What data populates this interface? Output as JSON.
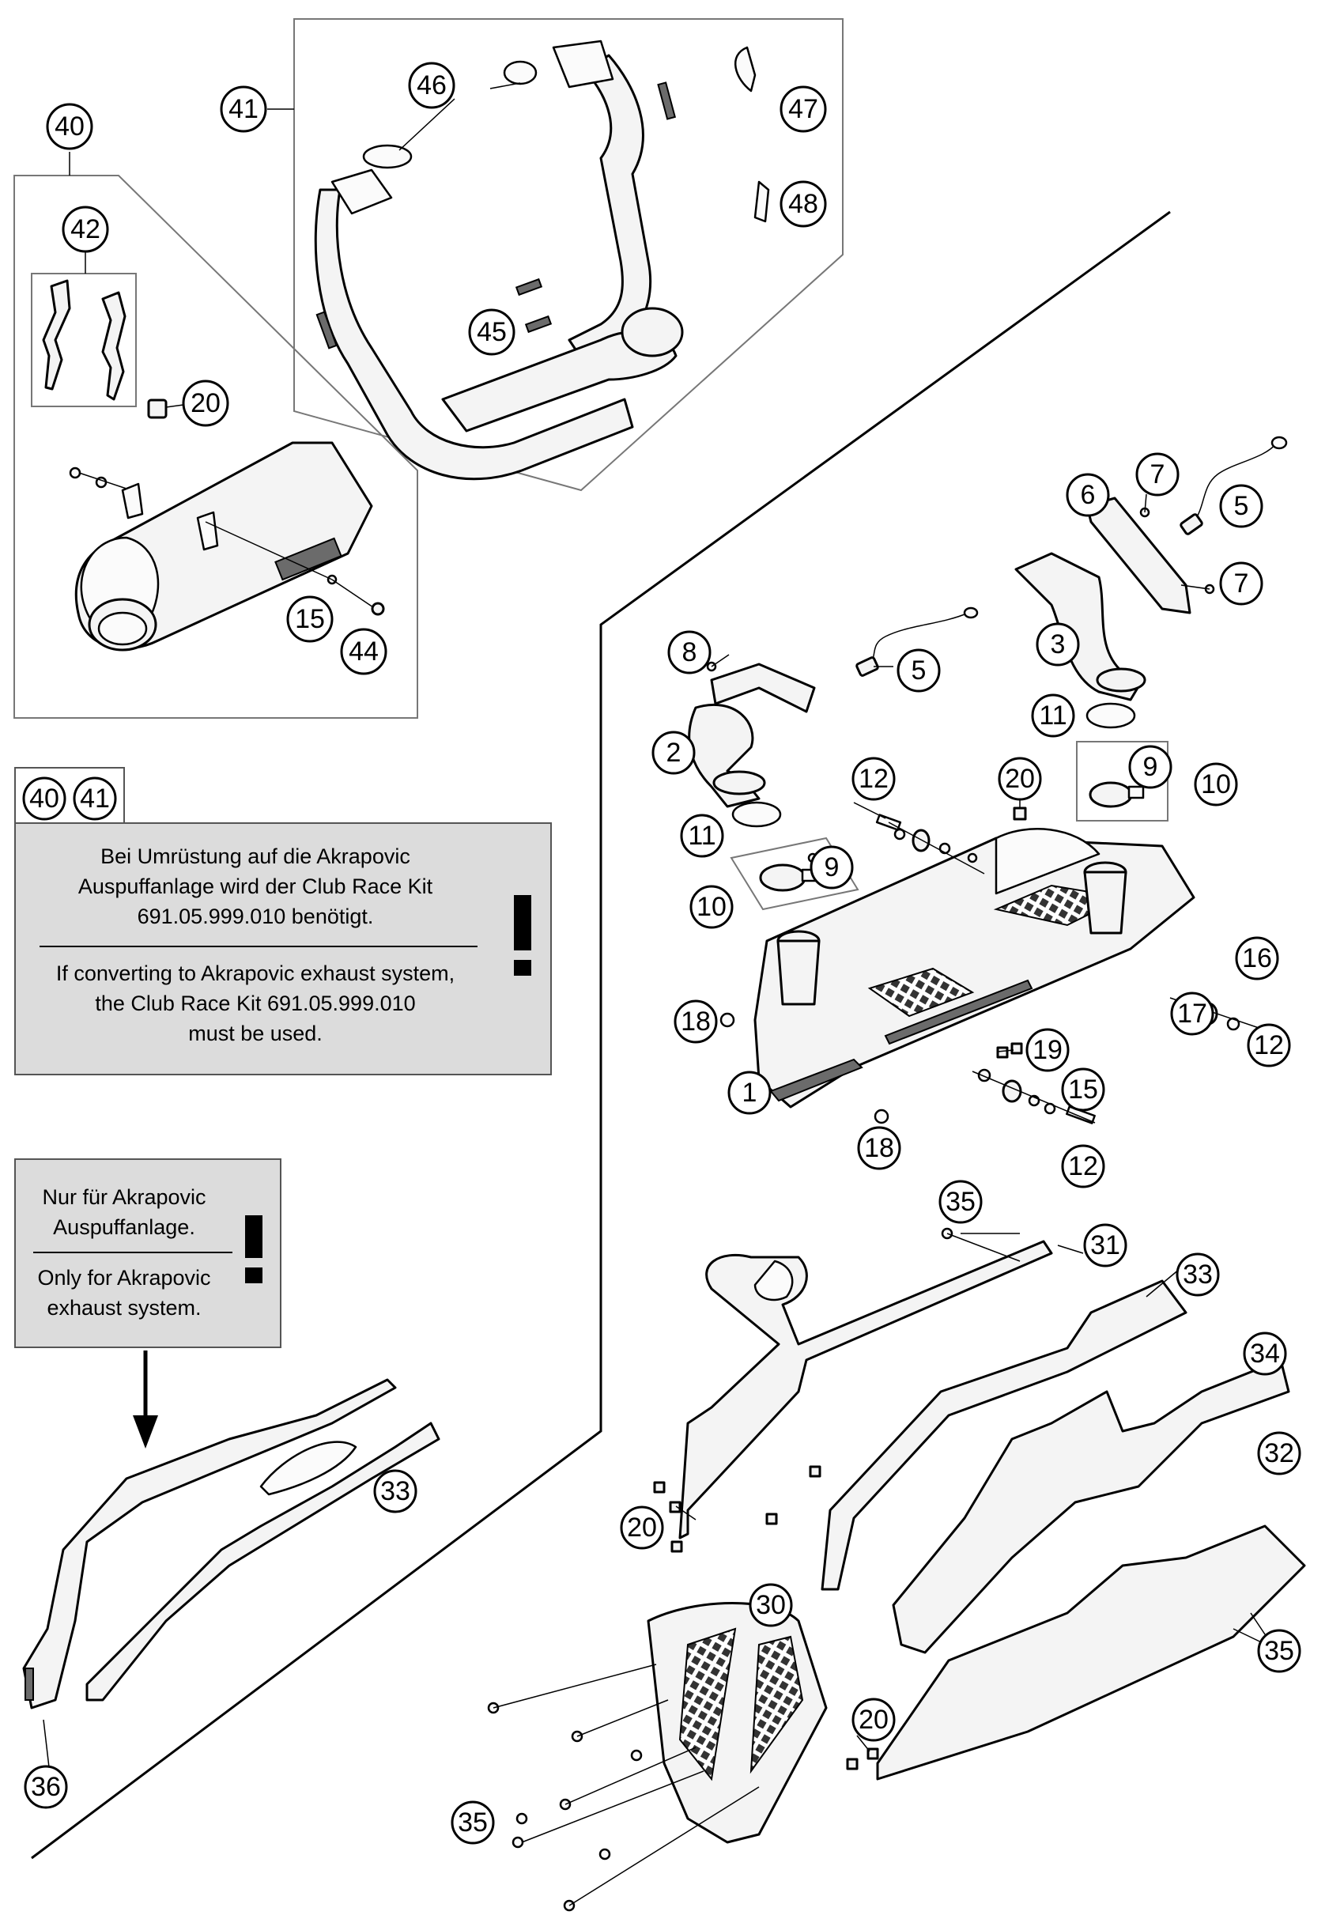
{
  "callouts": {
    "c40": "40",
    "c41": "41",
    "c42": "42",
    "c46": "46",
    "c47": "47",
    "c48": "48",
    "c45": "45",
    "c20a": "20",
    "c15a": "15",
    "c44": "44",
    "c7a": "7",
    "c6": "6",
    "c5a": "5",
    "c7b": "7",
    "c8": "8",
    "c5b": "5",
    "c3": "3",
    "c2": "2",
    "c11a": "11",
    "c12a": "12",
    "c20b": "20",
    "c9a": "9",
    "c10a": "10",
    "c11b": "11",
    "c9b": "9",
    "c10b": "10",
    "c16": "16",
    "c17": "17",
    "c12b": "12",
    "c18a": "18",
    "c19": "19",
    "c1": "1",
    "c15b": "15",
    "c18b": "18",
    "c12c": "12",
    "c35a": "35",
    "c31": "31",
    "c33a": "33",
    "c34": "34",
    "c32": "32",
    "c20c": "20",
    "c33b": "33",
    "c36": "36",
    "c30": "30",
    "c20d": "20",
    "c35b": "35",
    "c35c": "35"
  },
  "notice_box": {
    "tag_a": "40",
    "tag_b": "41",
    "german_lines": [
      "Bei Umrüstung auf die Akrapovic",
      "Auspuffanlage wird der Club Race Kit",
      "691.05.999.010 benötigt."
    ],
    "english_lines": [
      "If converting to Akrapovic exhaust system,",
      "the Club Race Kit 691.05.999.010",
      "must be used."
    ]
  },
  "akrapovic_box": {
    "german_lines": [
      "Nur für Akrapovic",
      "Auspuffanlage."
    ],
    "english_lines": [
      "Only for Akrapovic",
      "exhaust system."
    ]
  },
  "icons": [
    "exclamation-icon",
    "down-arrow-icon"
  ],
  "colors": {
    "note_bg": "#dcdcdc",
    "ink": "#000000",
    "frame": "#777777"
  }
}
